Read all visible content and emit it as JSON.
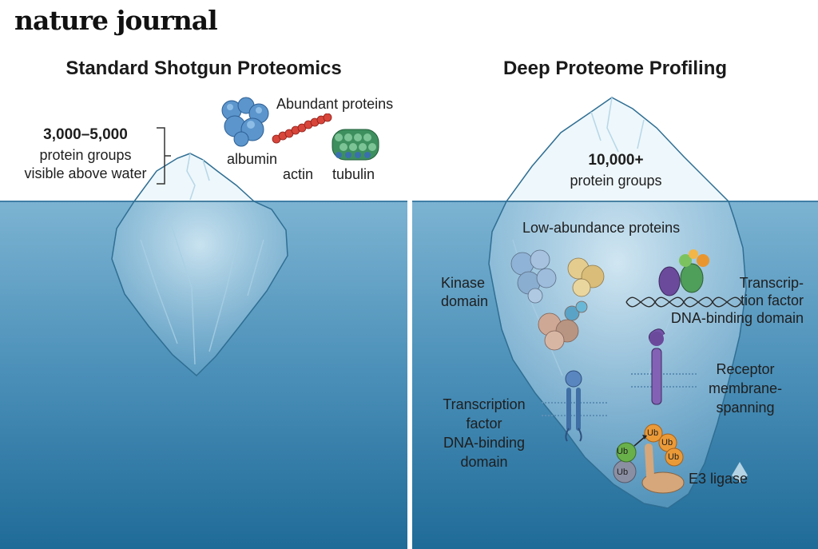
{
  "journal_name": "nature journal",
  "left_panel": {
    "title": "Standard Shotgun Proteomics",
    "count": "3,000–5,000",
    "count_caption_1": "protein groups",
    "count_caption_2": "visible above water",
    "abundant_label": "Abundant proteins",
    "proteins": [
      "albumin",
      "actin",
      "tubulin"
    ]
  },
  "right_panel": {
    "title": "Deep Proteome Profiling",
    "count": "10,000+",
    "count_caption": "protein groups",
    "low_abundance_label": "Low-abundance proteins",
    "kinase_label": [
      "Kinase",
      "domain"
    ],
    "tf_right_label": [
      "Transcrip-",
      "tion factor",
      "DNA-binding domain"
    ],
    "receptor_label": [
      "Receptor",
      "membrane-",
      "spanning"
    ],
    "tf_left_label": [
      "Transcription",
      "factor",
      "DNA-binding",
      "domain"
    ],
    "e3_label": "E3 ligase",
    "ub_label": "Ub"
  },
  "colors": {
    "water_top": "#7fb6d4",
    "water_bottom": "#1f6e9a",
    "ice": "#dff0f8",
    "ice_edge": "#2c6d91"
  }
}
